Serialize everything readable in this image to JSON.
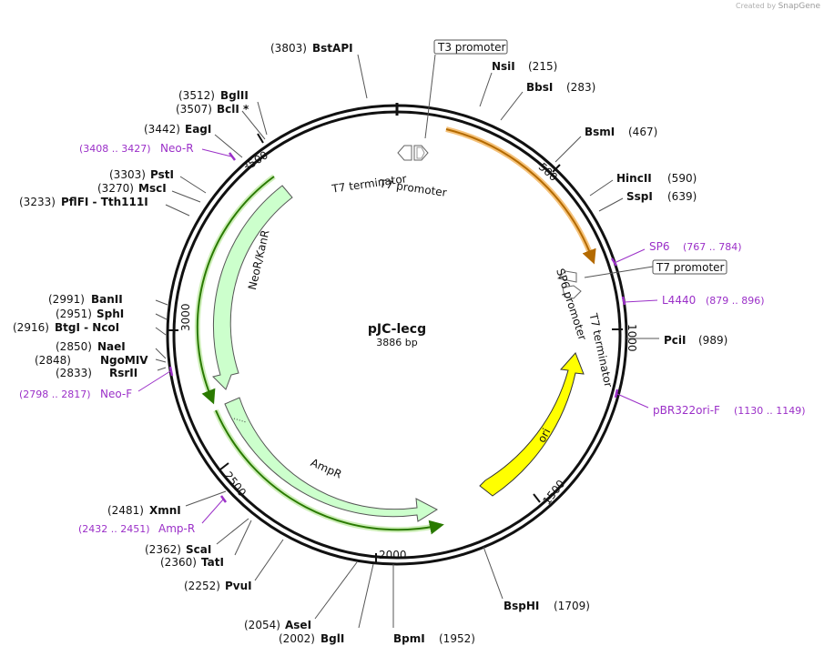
{
  "branding": {
    "created_by": "Created by",
    "app": "SnapGene"
  },
  "plasmid": {
    "name": "pJC-lecg",
    "length_label": "3886 bp",
    "length": 3886
  },
  "ticks": [
    {
      "value": 500,
      "label": "500"
    },
    {
      "value": 1000,
      "label": "1000"
    },
    {
      "value": 1500,
      "label": "1500"
    },
    {
      "value": 2000,
      "label": "2000"
    },
    {
      "value": 2500,
      "label": "2500"
    },
    {
      "value": 3000,
      "label": "3000"
    },
    {
      "value": 3500,
      "label": "3500"
    }
  ],
  "enzymes": [
    {
      "name": "NsiI",
      "pos": "(215)"
    },
    {
      "name": "BbsI",
      "pos": "(283)"
    },
    {
      "name": "BsmI",
      "pos": "(467)"
    },
    {
      "name": "HincII",
      "pos": "(590)"
    },
    {
      "name": "SspI",
      "pos": "(639)"
    },
    {
      "name": "PciI",
      "pos": "(989)"
    },
    {
      "name": "BspHI",
      "pos": "(1709)"
    },
    {
      "name": "BpmI",
      "pos": "(1952)"
    },
    {
      "name": "BglI",
      "pos": "(2002)"
    },
    {
      "name": "AseI",
      "pos": "(2054)"
    },
    {
      "name": "PvuI",
      "pos": "(2252)"
    },
    {
      "name": "TatI",
      "pos": "(2360)"
    },
    {
      "name": "ScaI",
      "pos": "(2362)"
    },
    {
      "name": "XmnI",
      "pos": "(2481)"
    },
    {
      "name": "RsrII",
      "pos": "(2833)"
    },
    {
      "name": "NgoMIV",
      "pos": "(2848)"
    },
    {
      "name": "NaeI",
      "pos": "(2850)"
    },
    {
      "name": "BtgI - NcoI",
      "pos": "(2916)"
    },
    {
      "name": "SphI",
      "pos": "(2951)"
    },
    {
      "name": "BanII",
      "pos": "(2991)"
    },
    {
      "name": "PflFI - Tth111I",
      "pos": "(3233)"
    },
    {
      "name": "MscI",
      "pos": "(3270)"
    },
    {
      "name": "PstI",
      "pos": "(3303)"
    },
    {
      "name": "EagI",
      "pos": "(3442)"
    },
    {
      "name": "BclI *",
      "pos": "(3507)"
    },
    {
      "name": "BglII",
      "pos": "(3512)"
    },
    {
      "name": "BstAPI",
      "pos": "(3803)"
    }
  ],
  "primers": [
    {
      "name": "SP6",
      "range": "(767 .. 784)"
    },
    {
      "name": "L4440",
      "range": "(879 .. 896)"
    },
    {
      "name": "pBR322ori-F",
      "range": "(1130 .. 1149)"
    },
    {
      "name": "Neo-F",
      "range": "(2798 .. 2817)"
    },
    {
      "name": "Amp-R",
      "range": "(2432 .. 2451)"
    },
    {
      "name": "Neo-R",
      "range": "(3408 .. 3427)"
    }
  ],
  "features": {
    "neor": "NeoR/KanR",
    "ampr": "AmpR",
    "ori": "ori",
    "t7_terminator_top": "T7 terminator",
    "t7_promoter_top": "T7 promoter",
    "sp6_promoter": "SP6 promoter",
    "t7_terminator_right": "T7 terminator",
    "t3_promoter_box": "T3 promoter",
    "t7_promoter_box": "T7 promoter"
  },
  "colors": {
    "primer": "#9b30c8",
    "ori": "#ffff00",
    "resistance": "#ccffcc",
    "resistance_outline": "#2a7a00",
    "orf": "#b46a00"
  }
}
